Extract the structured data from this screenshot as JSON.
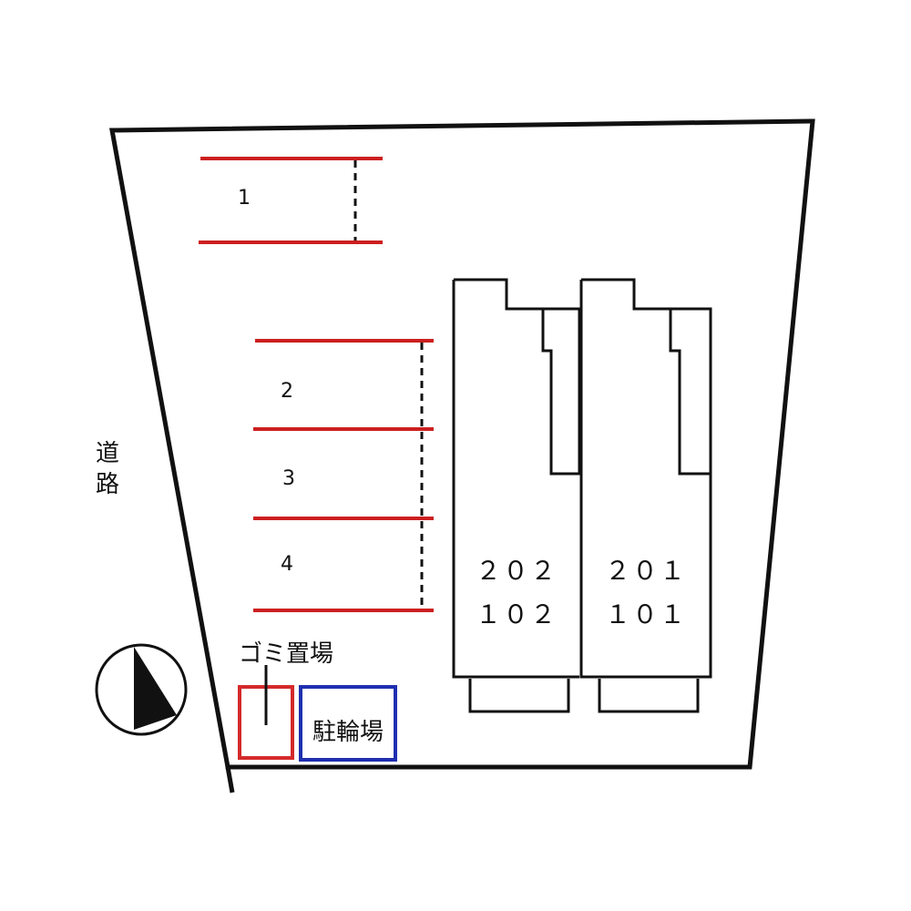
{
  "road_label_line1": "道",
  "road_label_line2": "路",
  "parking_spaces": [
    {
      "number": "1"
    },
    {
      "number": "2"
    },
    {
      "number": "3"
    },
    {
      "number": "4"
    }
  ],
  "units": {
    "left_upper": "２０２",
    "left_lower": "１０２",
    "right_upper": "２０１",
    "right_lower": "１０１"
  },
  "garbage_label": "ゴミ置場",
  "bicycle_label": "駐輪場",
  "colors": {
    "outline": "#111111",
    "parking_line": "#cc1f1f",
    "garbage_box": "#d42a2a",
    "bicycle_box": "#1f2fb0"
  },
  "icons": {
    "north": "north-arrow-icon"
  }
}
